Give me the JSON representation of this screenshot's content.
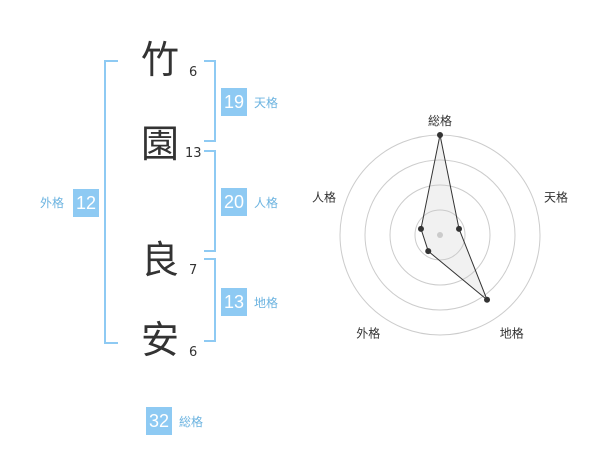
{
  "name_chars": [
    {
      "char": "竹",
      "strokes": "6"
    },
    {
      "char": "園",
      "strokes": "13"
    },
    {
      "char": "良",
      "strokes": "7"
    },
    {
      "char": "安",
      "strokes": "6"
    }
  ],
  "fortunes": {
    "tenkaku": {
      "value": "19",
      "label": "天格"
    },
    "jinkaku": {
      "value": "20",
      "label": "人格"
    },
    "chikaku": {
      "value": "13",
      "label": "地格"
    },
    "gaikaku": {
      "value": "12",
      "label": "外格"
    },
    "soukaku": {
      "value": "32",
      "label": "総格"
    }
  },
  "colors": {
    "accent": "#8ecaf3",
    "label": "#6bb3e0",
    "text": "#333333"
  },
  "chart_data": {
    "type": "radar",
    "axes": [
      "総格",
      "天格",
      "地格",
      "外格",
      "人格"
    ],
    "values": [
      5,
      1,
      4,
      1,
      1
    ],
    "rmax": 5,
    "rings": 4
  }
}
